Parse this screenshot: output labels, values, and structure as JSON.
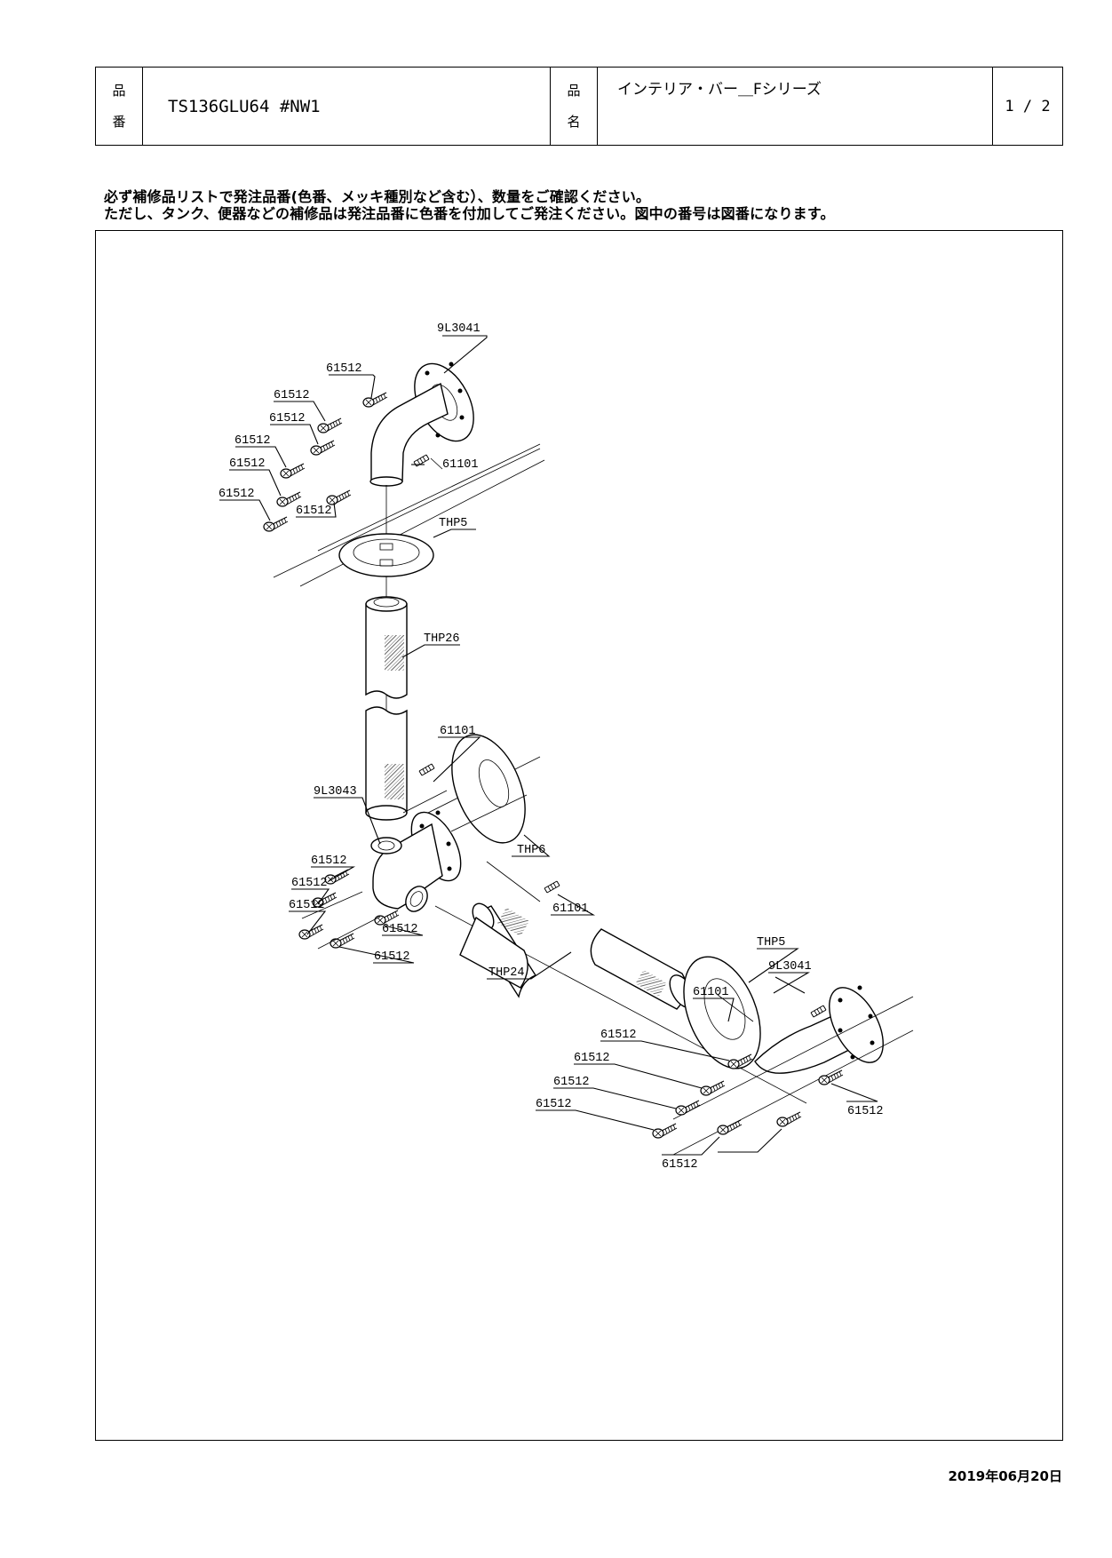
{
  "header": {
    "product_no_label_top": "品",
    "product_no_label_bottom": "番",
    "product_no": "TS136GLU64 #NW1",
    "product_name_label_top": "品",
    "product_name_label_bottom": "名",
    "product_name": "インテリア・バー＿Fシリーズ",
    "page": "1 / 2"
  },
  "notice": {
    "line1": "必ず補修品リストで発注品番(色番、メッキ種別など含む）、数量をご確認ください。",
    "line2": "ただし、タンク、便器などの補修品は発注品番に色番を付加してご発注ください。図中の番号は図番になります。"
  },
  "callouts": {
    "flange_top": "9L3041",
    "screw_t1": "61512",
    "screw_t2": "61512",
    "screw_t3": "61512",
    "screw_t4": "61512",
    "screw_t5": "61512",
    "screw_t6": "61512",
    "screw_t7": "61512",
    "setscrew_top": "61101",
    "cover_top": "THP5",
    "pipe_vertical": "THP26",
    "setscrew_mid": "61101",
    "tee_joint": "9L3043",
    "cover_mid": "THP6",
    "screw_m1": "61512",
    "screw_m2": "61512",
    "screw_m3": "61512",
    "screw_m4": "61512",
    "screw_m5": "61512",
    "setscrew_mid2": "61101",
    "pipe_horizontal": "THP24",
    "cover_bottom": "THP5",
    "flange_bottom": "9L3041",
    "setscrew_bottom": "61101",
    "screw_b1": "61512",
    "screw_b2": "61512",
    "screw_b3": "61512",
    "screw_b4": "61512",
    "screw_b5": "61512",
    "screw_b6": "61512"
  },
  "footer": {
    "date": "2019年06月20日"
  }
}
